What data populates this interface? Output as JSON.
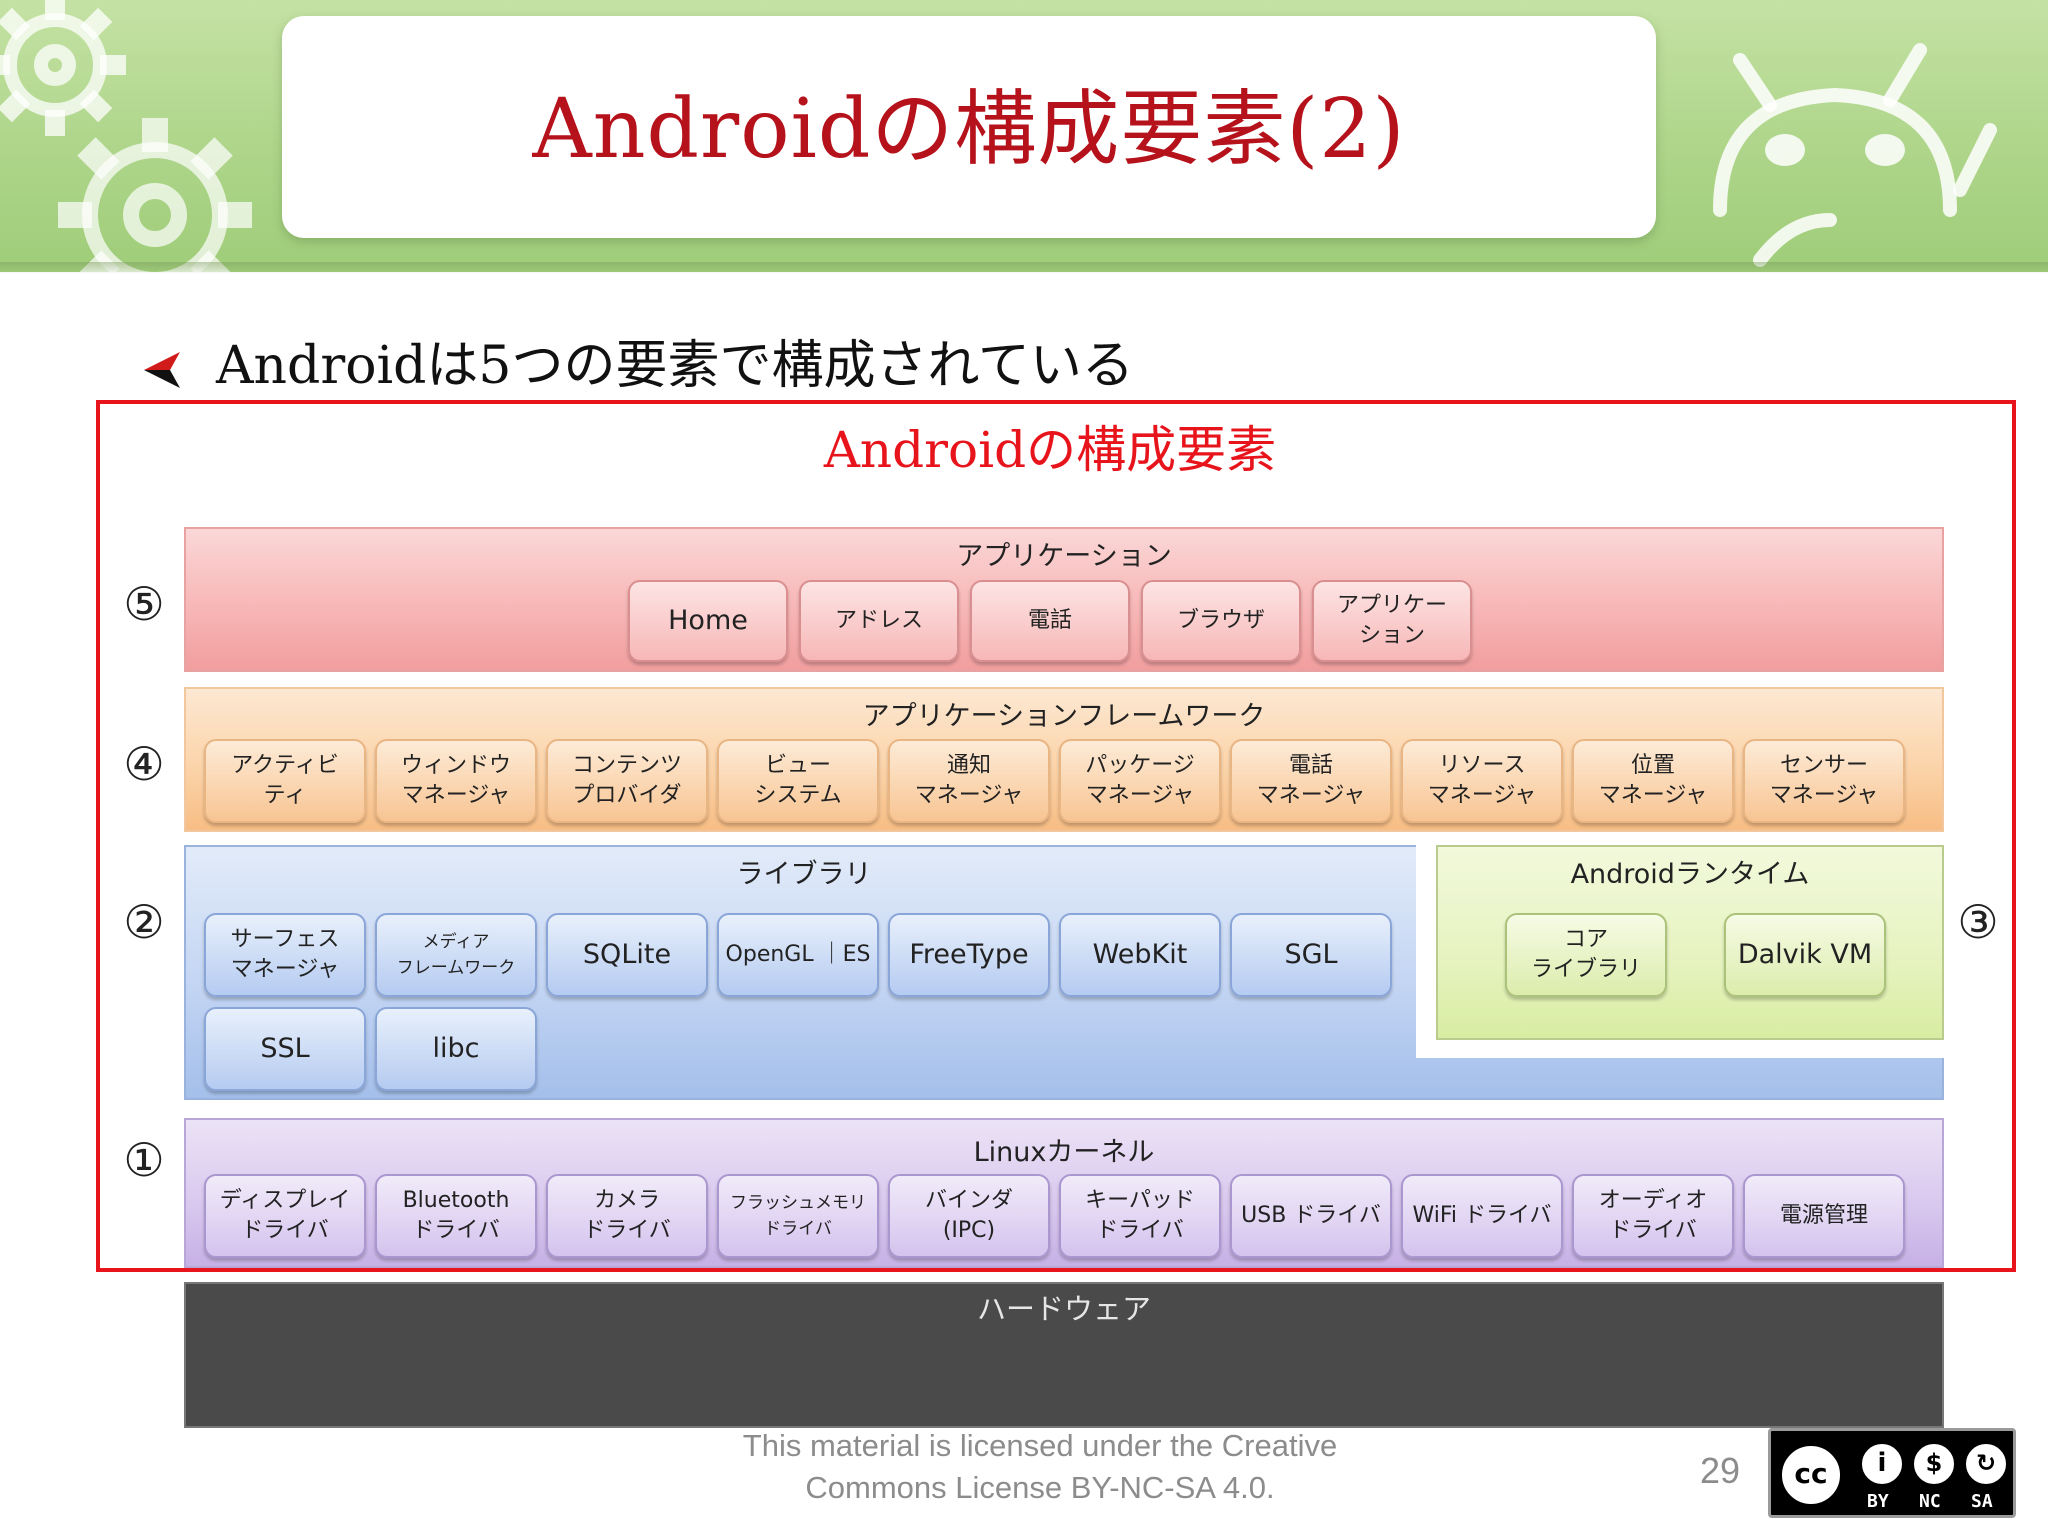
{
  "slide": {
    "title": "Androidの構成要素(2)",
    "bullet": "Androidは5つの要素で構成されている",
    "page_number": "29",
    "license_text": "This material is licensed under the Creative\nCommons License BY-NC-SA 4.0.",
    "license_badge": {
      "cc": "cc",
      "labels": [
        "BY",
        "NC",
        "SA"
      ]
    },
    "accent_color": "#e8141c",
    "title_color": "#b5121b"
  },
  "diagram": {
    "title": "Androidの構成要素",
    "layers": {
      "applications": {
        "number": "⑤",
        "label": "アプリケーション",
        "items": [
          "Home",
          "アドレス",
          "電話",
          "ブラウザ",
          "アプリケー\nション"
        ]
      },
      "framework": {
        "number": "④",
        "label": "アプリケーションフレームワーク",
        "items": [
          "アクティビ\nティ",
          "ウィンドウ\nマネージャ",
          "コンテンツ\nプロバイダ",
          "ビュー\nシステム",
          "通知\nマネージャ",
          "パッケージ\nマネージャ",
          "電話\nマネージャ",
          "リソース\nマネージャ",
          "位置\nマネージャ",
          "センサー\nマネージャ"
        ]
      },
      "libraries": {
        "number": "②",
        "label": "ライブラリ",
        "items": [
          "サーフェス\nマネージャ",
          "メディア\nフレームワーク",
          "SQLite",
          "OpenGL ｜ES",
          "FreeType",
          "WebKit",
          "SGL",
          "SSL",
          "libc"
        ]
      },
      "runtime": {
        "number": "③",
        "label": "Androidランタイム",
        "items": [
          "コア\nライブラリ",
          "Dalvik VM"
        ]
      },
      "kernel": {
        "number": "①",
        "label": "Linuxカーネル",
        "items": [
          "ディスプレイ\nドライバ",
          "Bluetooth\nドライバ",
          "カメラ\nドライバ",
          "フラッシュメモリ\nドライバ",
          "バインダ\n(IPC)",
          "キーパッド\nドライバ",
          "USB ドライバ",
          "WiFi ドライバ",
          "オーディオ\nドライバ",
          "電源管理"
        ]
      },
      "hardware": {
        "label": "ハードウェア"
      }
    }
  }
}
